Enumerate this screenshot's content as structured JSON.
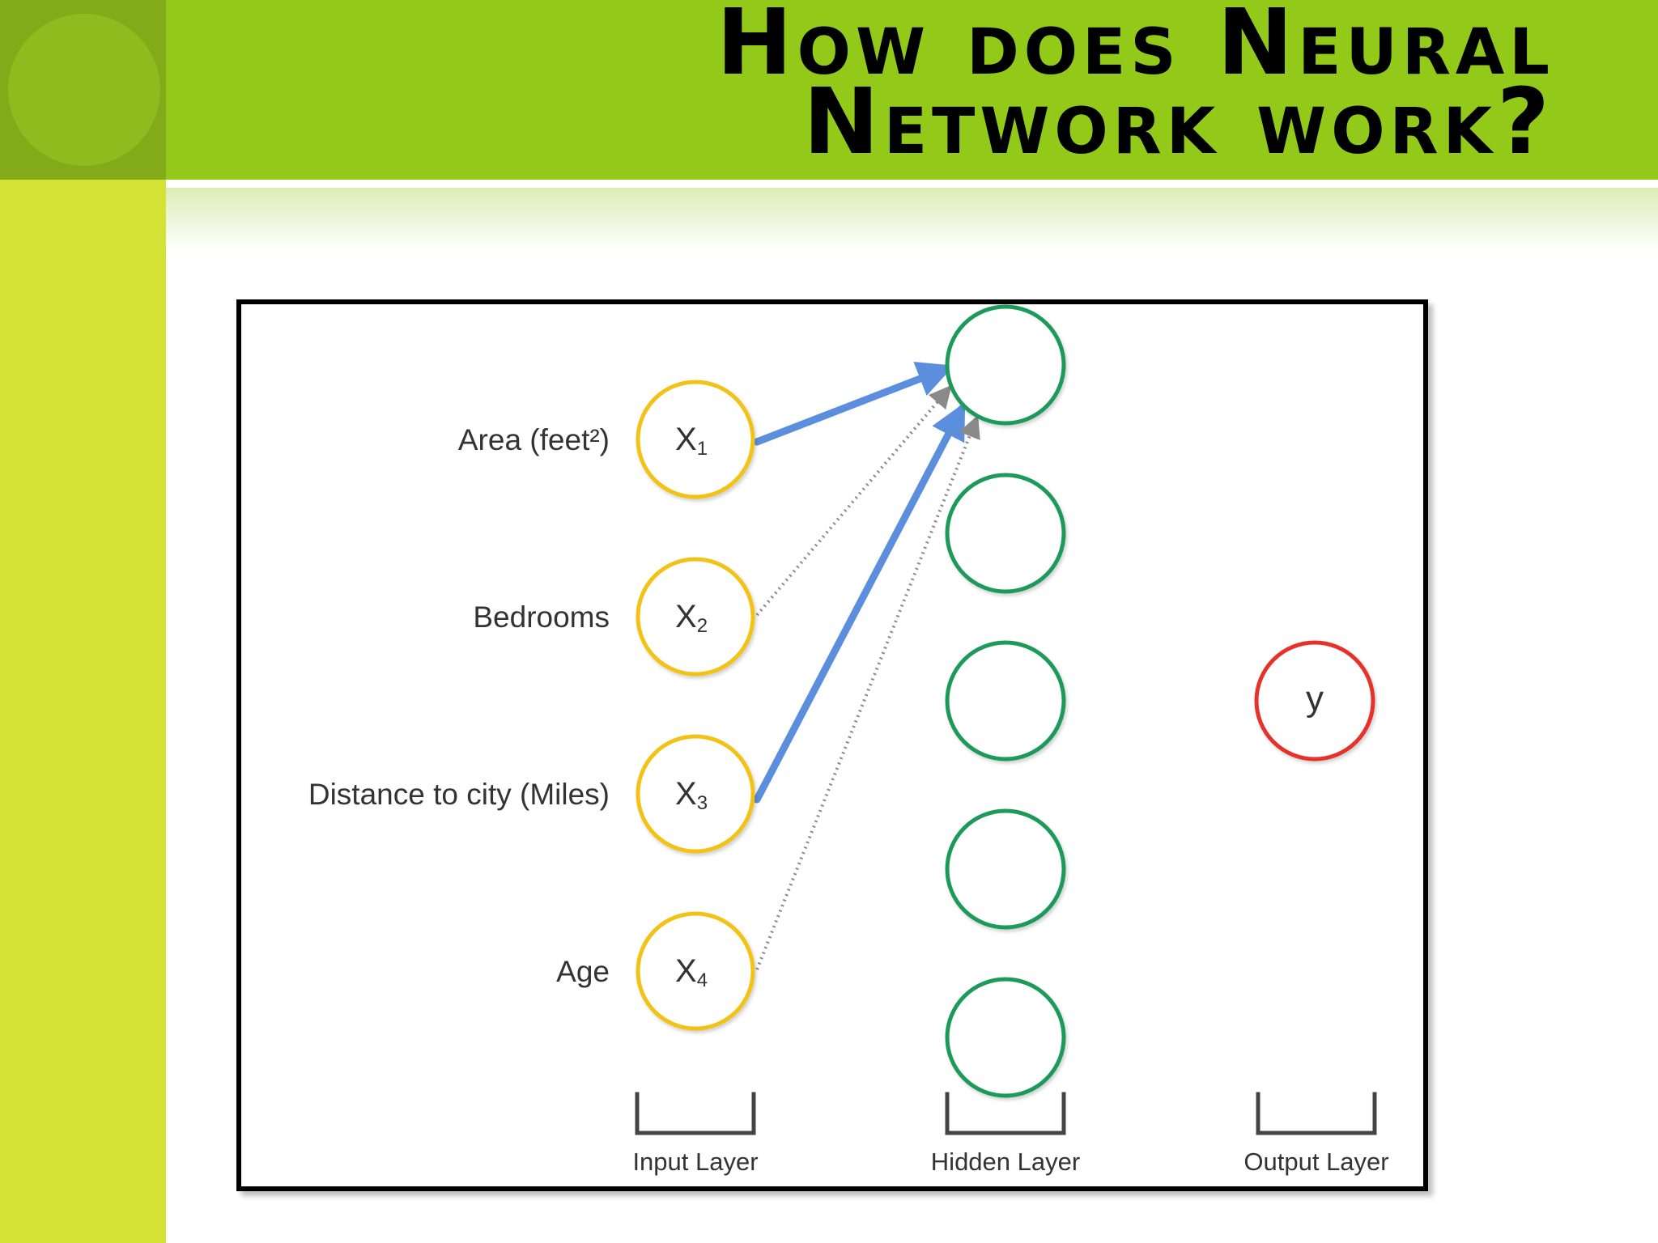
{
  "slide": {
    "title": "How does Neural Network work?"
  },
  "diagram": {
    "inputs": [
      {
        "label": "Area (feet²)",
        "symbol": "X",
        "sub": "1"
      },
      {
        "label": "Bedrooms",
        "symbol": "X",
        "sub": "2"
      },
      {
        "label": "Distance to city (Miles)",
        "symbol": "X",
        "sub": "3"
      },
      {
        "label": "Age",
        "symbol": "X",
        "sub": "4"
      }
    ],
    "hidden_node_count": 5,
    "output": {
      "symbol": "y"
    },
    "layer_labels": {
      "input": "Input Layer",
      "hidden": "Hidden Layer",
      "output": "Output Layer"
    },
    "connections": [
      {
        "from": "X1",
        "to": "hidden-1",
        "style": "solid"
      },
      {
        "from": "X2",
        "to": "hidden-1",
        "style": "dotted"
      },
      {
        "from": "X3",
        "to": "hidden-1",
        "style": "solid"
      },
      {
        "from": "X4",
        "to": "hidden-1",
        "style": "dotted"
      }
    ],
    "colors": {
      "input_node": "#f2c318",
      "hidden_node": "#1e9a5a",
      "output_node": "#e6332a",
      "solid_connection": "#5b8fde",
      "dotted_connection": "#8a8a8a",
      "header_green": "#93ca19",
      "sidebar_green": "#d4e236"
    }
  }
}
